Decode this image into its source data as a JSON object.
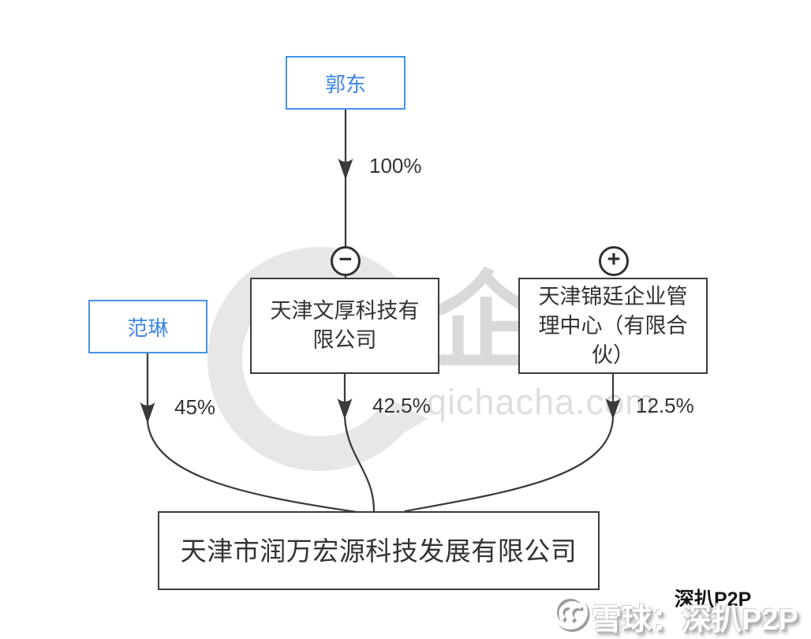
{
  "diagram": {
    "nodes": {
      "guodong": {
        "label": "郭东",
        "type": "person"
      },
      "fanlin": {
        "label": "范琳",
        "type": "person"
      },
      "wenhou": {
        "label": "天津文厚科技有限公司",
        "type": "company",
        "badge": "minus"
      },
      "jinting": {
        "label": "天津锦廷企业管理中心（有限合伙）",
        "type": "company",
        "badge": "plus"
      },
      "target": {
        "label": "天津市润万宏源科技发展有限公司",
        "type": "company"
      }
    },
    "badges": {
      "minus": "−",
      "plus": "+"
    },
    "edges": [
      {
        "from": "郭东",
        "to": "天津文厚科技有限公司",
        "share": "100%"
      },
      {
        "from": "范琳",
        "to": "天津市润万宏源科技发展有限公司",
        "share": "45%"
      },
      {
        "from": "天津文厚科技有限公司",
        "to": "天津市润万宏源科技发展有限公司",
        "share": "42.5%"
      },
      {
        "from": "天津锦廷企业管理中心（有限合伙）",
        "to": "天津市润万宏源科技发展有限公司",
        "share": "12.5%"
      }
    ]
  },
  "watermark": {
    "logo_char": "企",
    "site": "qichacha.com"
  },
  "stamp": {
    "overlay_text": "深扒P2P",
    "main_text": "雪球：深扒P2P",
    "icon": "xueqiu-snowball-icon"
  },
  "colors": {
    "person_blue": "#4493e9",
    "company_border": "#3b3b3b",
    "line": "#3a3a3a",
    "text": "#333333",
    "watermark_gray": "#dedede"
  }
}
